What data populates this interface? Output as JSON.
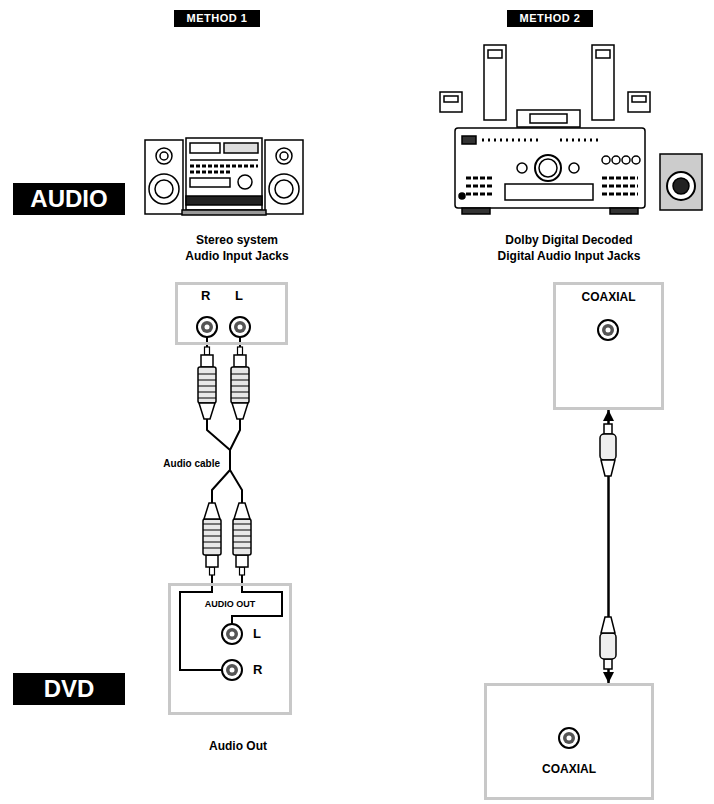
{
  "diagram": {
    "nodes": [
      {
        "text": [
          "METHOD 1"
        ]
      },
      {
        "text": [
          "METHOD 2"
        ]
      },
      {
        "text": [
          "AUDIO"
        ]
      },
      {
        "text": [
          "R",
          "L"
        ]
      },
      {
        "text": [
          "COAXIAL"
        ]
      },
      {
        "text": [
          "DVD"
        ]
      },
      {
        "text": [
          "AUDIO OUT",
          "L",
          "R"
        ]
      },
      {
        "text": [
          "COAXIAL"
        ]
      }
    ],
    "edges": [
      {
        "from": 6,
        "to": 3,
        "arrow": "none",
        "label": "Audio cable"
      },
      {
        "from": 7,
        "to": 4,
        "arrow": "both"
      }
    ],
    "labels": [
      "Stereo system Audio Input Jacks",
      "Dolby Digital Decoded Digital Audio Input Jacks",
      "Audio Out"
    ]
  }
}
